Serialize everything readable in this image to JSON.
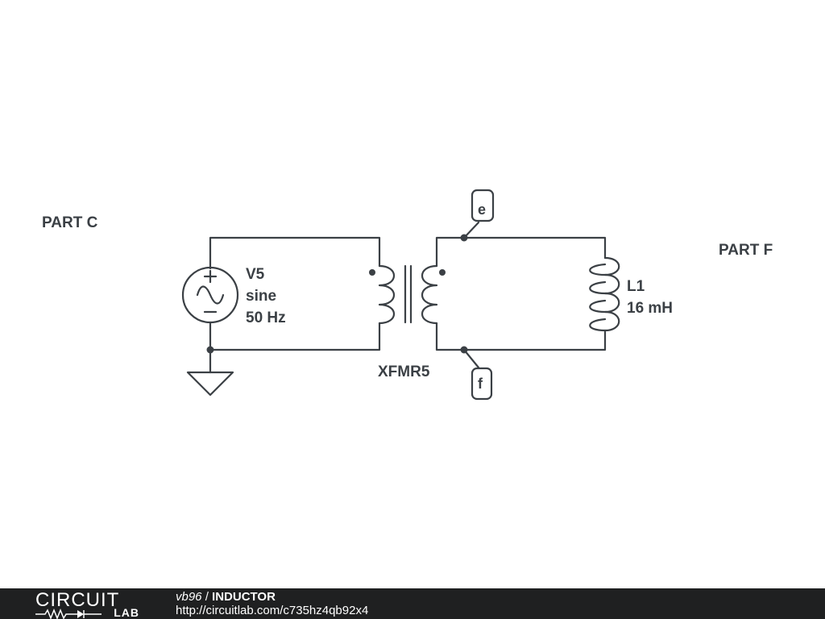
{
  "schematic": {
    "part_c_label": "PART C",
    "part_f_label": "PART F",
    "source": {
      "name": "V5",
      "type": "sine",
      "frequency": "50 Hz"
    },
    "transformer": {
      "name": "XFMR5"
    },
    "inductor": {
      "name": "L1",
      "value": "16 mH"
    },
    "nodes": {
      "top": "e",
      "bottom": "f"
    }
  },
  "footer": {
    "logo_top": "CIRCUIT",
    "logo_bottom": "LAB",
    "user": "vb96",
    "separator": "/",
    "title": "INDUCTOR",
    "url": "http://circuitlab.com/c735hz4qb92x4"
  },
  "colors": {
    "stroke": "#3b4045",
    "footer_bg": "#1f2021"
  }
}
